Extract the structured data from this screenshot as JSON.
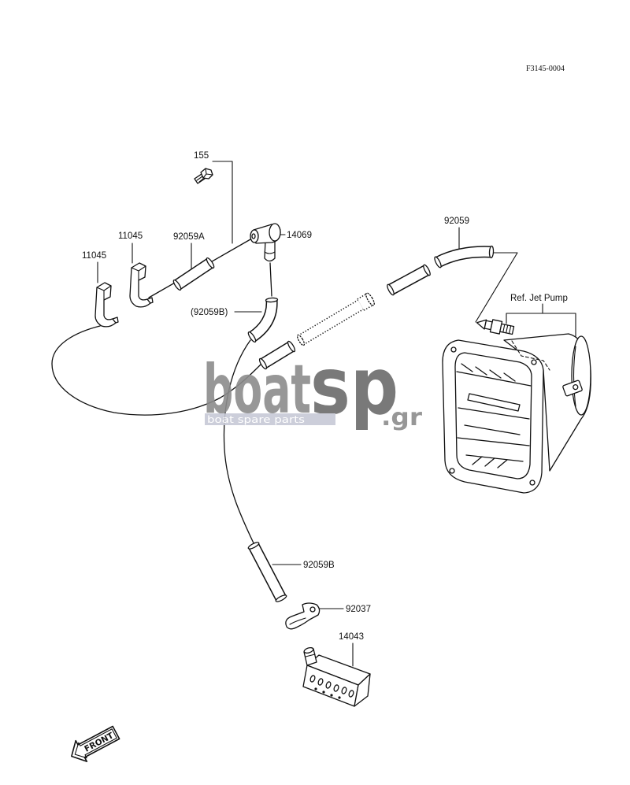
{
  "drawing": {
    "number": "F3145-0004"
  },
  "labels": {
    "bolt": "155",
    "clip_upper": "11045",
    "clip_lower": "11045",
    "hose_a": "92059A",
    "elbow": "14069",
    "hose_upper_right": "92059",
    "hose_b_ref": "(92059B)",
    "jet_pump_ref": "Ref. Jet Pump",
    "hose_b": "92059B",
    "clamp": "92037",
    "strainer": "14043"
  },
  "front_arrow": {
    "label": "FRONT",
    "icon": "front-direction-arrow-icon"
  },
  "watermark": {
    "part1": "boat",
    "part2": "sp",
    "suffix": ".gr",
    "tagline": "boat spare parts"
  },
  "colors": {
    "line": "#111111",
    "background": "#ffffff",
    "watermark_light": "#8c8c8c",
    "watermark_dark": "#6b6b6b",
    "tagline_bar": "#c7c9d6"
  }
}
